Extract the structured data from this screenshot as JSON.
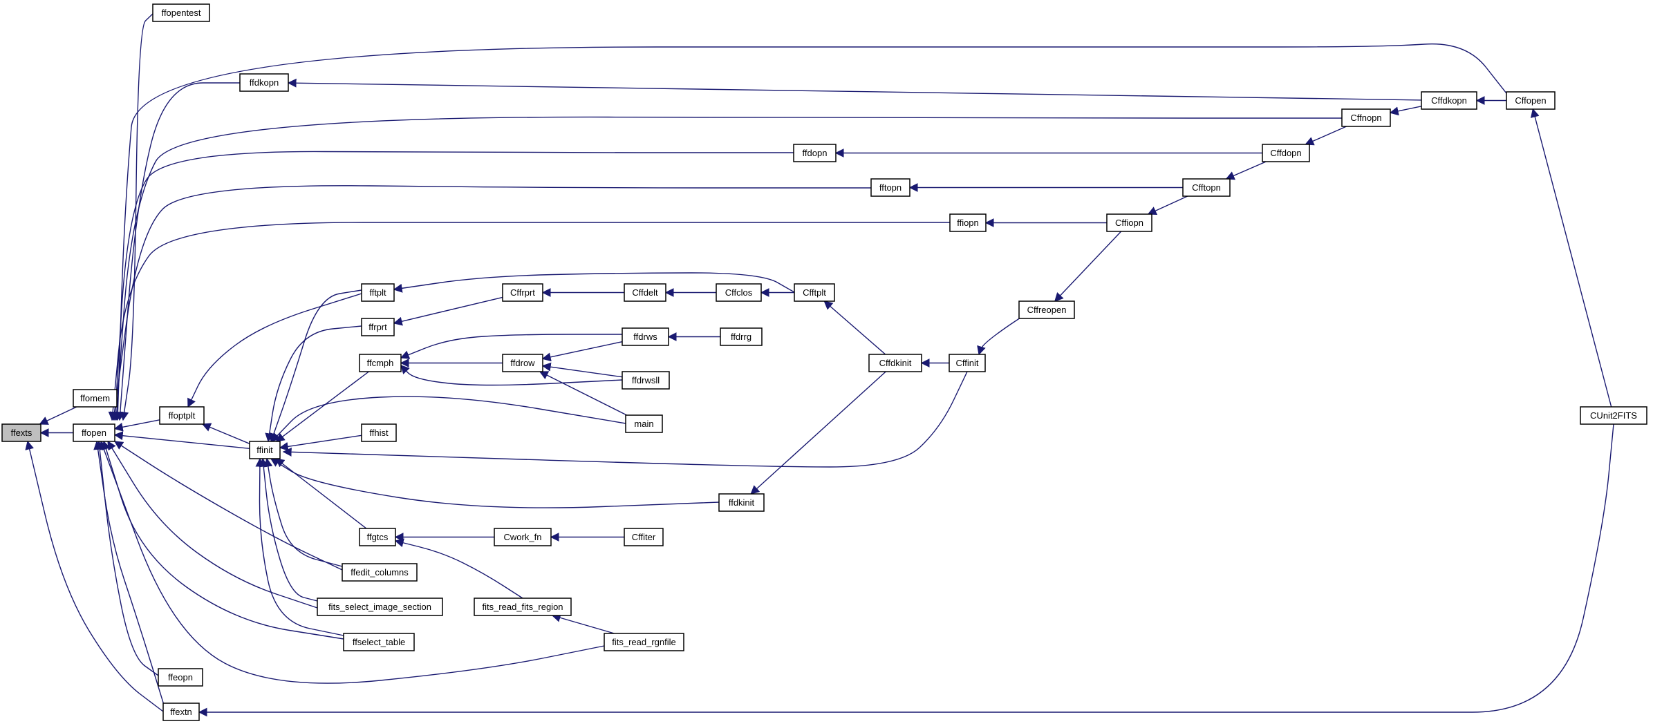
{
  "colors": {
    "edge": "#191970",
    "node_border": "#000000",
    "root_fill": "#bfbfbf",
    "node_fill": "#ffffff"
  },
  "nodes": [
    {
      "id": "ffexts",
      "label": "ffexts",
      "root": true
    },
    {
      "id": "ffomem",
      "label": "ffomem"
    },
    {
      "id": "ffopen",
      "label": "ffopen"
    },
    {
      "id": "ffopentest",
      "label": "ffopentest"
    },
    {
      "id": "ffdkopn",
      "label": "ffdkopn"
    },
    {
      "id": "ffoptplt",
      "label": "ffoptplt"
    },
    {
      "id": "ffinit",
      "label": "ffinit"
    },
    {
      "id": "ffeopn",
      "label": "ffeopn"
    },
    {
      "id": "ffextn",
      "label": "ffextn"
    },
    {
      "id": "fftplt",
      "label": "fftplt"
    },
    {
      "id": "ffrprt",
      "label": "ffrprt"
    },
    {
      "id": "ffcmph",
      "label": "ffcmph"
    },
    {
      "id": "ffhist",
      "label": "ffhist"
    },
    {
      "id": "ffgtcs",
      "label": "ffgtcs"
    },
    {
      "id": "ffedit_columns",
      "label": "ffedit_columns"
    },
    {
      "id": "fits_select_image_section",
      "label": "fits_select_image_section"
    },
    {
      "id": "ffselect_table",
      "label": "ffselect_table"
    },
    {
      "id": "Cffrprt",
      "label": "Cffrprt"
    },
    {
      "id": "ffdrow",
      "label": "ffdrow"
    },
    {
      "id": "Cwork_fn",
      "label": "Cwork_fn"
    },
    {
      "id": "fits_read_fits_region",
      "label": "fits_read_fits_region"
    },
    {
      "id": "Cffdelt",
      "label": "Cffdelt"
    },
    {
      "id": "ffdrws",
      "label": "ffdrws"
    },
    {
      "id": "ffdrwsll",
      "label": "ffdrwsll"
    },
    {
      "id": "main",
      "label": "main"
    },
    {
      "id": "ffdkinit",
      "label": "ffdkinit"
    },
    {
      "id": "Cffiter",
      "label": "Cffiter"
    },
    {
      "id": "fits_read_rgnfile",
      "label": "fits_read_rgnfile"
    },
    {
      "id": "Cffclos",
      "label": "Cffclos"
    },
    {
      "id": "ffdrrg",
      "label": "ffdrrg"
    },
    {
      "id": "ffdopn",
      "label": "ffdopn"
    },
    {
      "id": "fftopn",
      "label": "fftopn"
    },
    {
      "id": "ffiopn",
      "label": "ffiopn"
    },
    {
      "id": "Cfftplt",
      "label": "Cfftplt"
    },
    {
      "id": "Cffdkinit",
      "label": "Cffdkinit"
    },
    {
      "id": "Cffinit",
      "label": "Cffinit"
    },
    {
      "id": "Cffiopn",
      "label": "Cffiopn"
    },
    {
      "id": "Cffreopen",
      "label": "Cffreopen"
    },
    {
      "id": "Cfftopn",
      "label": "Cfftopn"
    },
    {
      "id": "Cffdopn",
      "label": "Cffdopn"
    },
    {
      "id": "Cffnopn",
      "label": "Cffnopn"
    },
    {
      "id": "Cffdkopn",
      "label": "Cffdkopn"
    },
    {
      "id": "Cffopen",
      "label": "Cffopen"
    },
    {
      "id": "CUnit2FITS",
      "label": "CUnit2FITS"
    }
  ],
  "edges": [
    [
      "ffomem",
      "ffexts"
    ],
    [
      "ffopen",
      "ffexts"
    ],
    [
      "ffextn",
      "ffexts"
    ],
    [
      "ffopentest",
      "ffopen"
    ],
    [
      "ffdkopn",
      "ffopen"
    ],
    [
      "Cffopen",
      "ffopen"
    ],
    [
      "Cffnopn",
      "ffopen"
    ],
    [
      "ffdopn",
      "ffopen"
    ],
    [
      "fftopn",
      "ffopen"
    ],
    [
      "ffiopn",
      "ffopen"
    ],
    [
      "ffoptplt",
      "ffopen"
    ],
    [
      "ffinit",
      "ffopen"
    ],
    [
      "ffedit_columns",
      "ffopen"
    ],
    [
      "fits_select_image_section",
      "ffopen"
    ],
    [
      "ffselect_table",
      "ffopen"
    ],
    [
      "fits_read_rgnfile",
      "ffopen"
    ],
    [
      "ffeopn",
      "ffopen"
    ],
    [
      "ffextn",
      "ffopen"
    ],
    [
      "Cffdkopn",
      "ffdkopn"
    ],
    [
      "fftplt",
      "ffoptplt"
    ],
    [
      "ffinit",
      "ffoptplt"
    ],
    [
      "fftplt",
      "ffinit"
    ],
    [
      "ffrprt",
      "ffinit"
    ],
    [
      "ffcmph",
      "ffinit"
    ],
    [
      "main",
      "ffinit"
    ],
    [
      "ffhist",
      "ffinit"
    ],
    [
      "Cffinit",
      "ffinit"
    ],
    [
      "ffdkinit",
      "ffinit"
    ],
    [
      "ffgtcs",
      "ffinit"
    ],
    [
      "ffedit_columns",
      "ffinit"
    ],
    [
      "fits_select_image_section",
      "ffinit"
    ],
    [
      "ffselect_table",
      "ffinit"
    ],
    [
      "CUnit2FITS",
      "ffextn"
    ],
    [
      "Cfftplt",
      "fftplt"
    ],
    [
      "Cffrprt",
      "ffrprt"
    ],
    [
      "ffdrws",
      "ffcmph"
    ],
    [
      "ffdrow",
      "ffcmph"
    ],
    [
      "ffdrwsll",
      "ffcmph"
    ],
    [
      "ffdrws",
      "ffdrow"
    ],
    [
      "ffdrwsll",
      "ffdrow"
    ],
    [
      "main",
      "ffdrow"
    ],
    [
      "Cwork_fn",
      "ffgtcs"
    ],
    [
      "fits_read_fits_region",
      "ffgtcs"
    ],
    [
      "fits_read_rgnfile",
      "fits_read_fits_region"
    ],
    [
      "Cffdelt",
      "Cffrprt"
    ],
    [
      "Cffclos",
      "Cffdelt"
    ],
    [
      "Cfftplt",
      "Cffclos"
    ],
    [
      "Cffdkinit",
      "Cfftplt"
    ],
    [
      "ffdrrg",
      "ffdrws"
    ],
    [
      "Cffiter",
      "Cwork_fn"
    ],
    [
      "Cffdkinit",
      "ffdkinit"
    ],
    [
      "Cffinit",
      "Cffdkinit"
    ],
    [
      "Cffreopen",
      "Cffinit"
    ],
    [
      "Cffiopn",
      "Cffreopen"
    ],
    [
      "Cffiopn",
      "ffiopn"
    ],
    [
      "Cfftopn",
      "Cffiopn"
    ],
    [
      "Cfftopn",
      "fftopn"
    ],
    [
      "Cffdopn",
      "Cfftopn"
    ],
    [
      "Cffdopn",
      "ffdopn"
    ],
    [
      "Cffnopn",
      "Cffdopn"
    ],
    [
      "Cffdkopn",
      "Cffnopn"
    ],
    [
      "Cffopen",
      "Cffdkopn"
    ],
    [
      "CUnit2FITS",
      "Cffopen"
    ]
  ]
}
